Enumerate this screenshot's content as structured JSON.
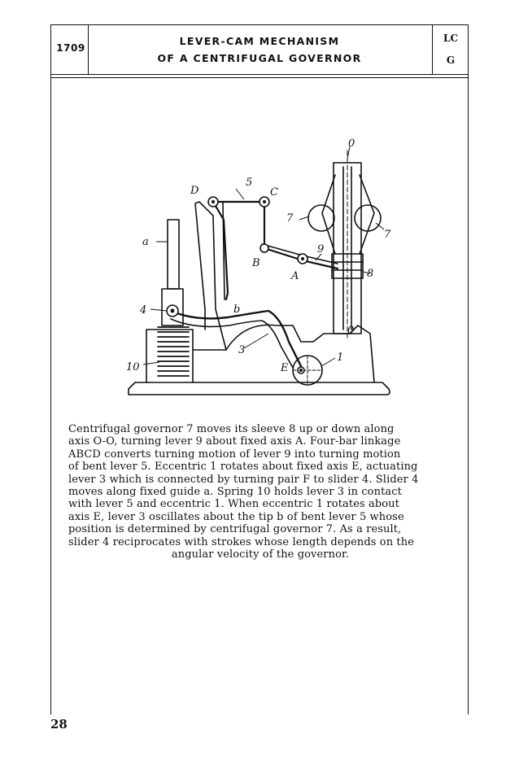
{
  "header": {
    "code": "1709",
    "title_line1": "LEVER-CAM MECHANISM",
    "title_line2": "OF A CENTRIFUGAL GOVERNOR",
    "class_top": "LC",
    "class_bottom": "G"
  },
  "figure": {
    "labels": {
      "axis_top": "0",
      "axis_bottom": "0",
      "D": "D",
      "C": "C",
      "B": "B",
      "A": "A",
      "E": "E",
      "a": "a",
      "b": "b",
      "n1": "1",
      "n3": "3",
      "n4": "4",
      "n5": "5",
      "n7a": "7",
      "n7b": "7",
      "n8": "8",
      "n9": "9",
      "n10": "10"
    }
  },
  "caption": {
    "lines": [
      "Centrifugal governor 7 moves its sleeve 8 up or down along",
      "axis O-O, turning lever 9 about fixed axis A. Four-bar linkage",
      "ABCD converts turning motion of lever 9 into turning motion",
      "of bent lever 5. Eccentric 1 rotates about fixed axis E, actuating",
      "lever 3 which is connected by turning pair F to slider 4. Slider 4",
      "moves along fixed guide a. Spring 10 holds lever 3 in contact",
      "with lever 5 and eccentric 1. When eccentric 1 rotates about",
      "axis E, lever 3 oscillates about the tip b of bent lever 5 whose",
      "position is determined by centrifugal governor 7. As a result,",
      "slider 4 reciprocates with strokes whose length depends on the"
    ],
    "last_line": "angular velocity of the governor."
  },
  "page_number": "28"
}
